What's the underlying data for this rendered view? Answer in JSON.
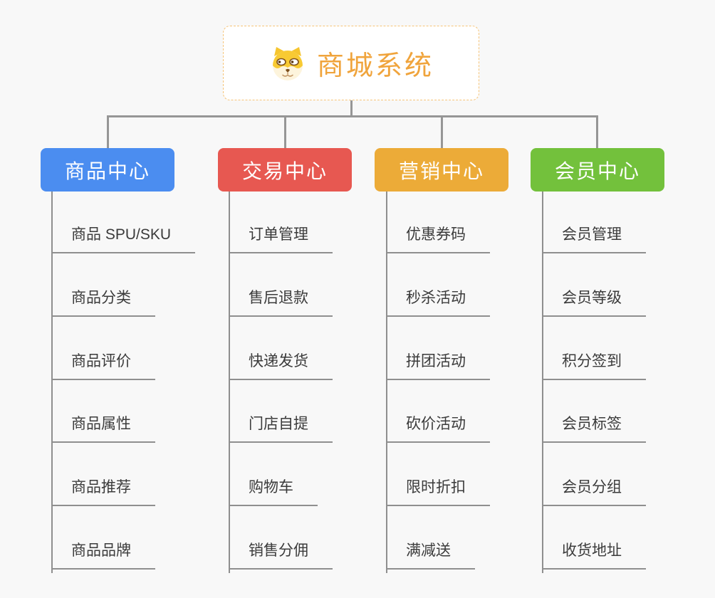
{
  "canvas": {
    "background": "#f8f8f8",
    "connector_color": "#969696",
    "underline_color": "#8f8f8f"
  },
  "root": {
    "title": "商城系统",
    "accent_color": "#f0a43c",
    "border_color": "#f6c478",
    "icon": "dog-face-icon"
  },
  "branches": [
    {
      "id": "products",
      "label": "商品中心",
      "color": "#4b8df0",
      "items": [
        "商品 SPU/SKU",
        "商品分类",
        "商品评价",
        "商品属性",
        "商品推荐",
        "商品品牌"
      ]
    },
    {
      "id": "trade",
      "label": "交易中心",
      "color": "#e75851",
      "items": [
        "订单管理",
        "售后退款",
        "快递发货",
        "门店自提",
        "购物车",
        "销售分佣"
      ]
    },
    {
      "id": "marketing",
      "label": "营销中心",
      "color": "#ecab38",
      "items": [
        "优惠券码",
        "秒杀活动",
        "拼团活动",
        "砍价活动",
        "限时折扣",
        "满减送"
      ]
    },
    {
      "id": "members",
      "label": "会员中心",
      "color": "#73c13c",
      "items": [
        "会员管理",
        "会员等级",
        "积分签到",
        "会员标签",
        "会员分组",
        "收货地址"
      ]
    }
  ]
}
